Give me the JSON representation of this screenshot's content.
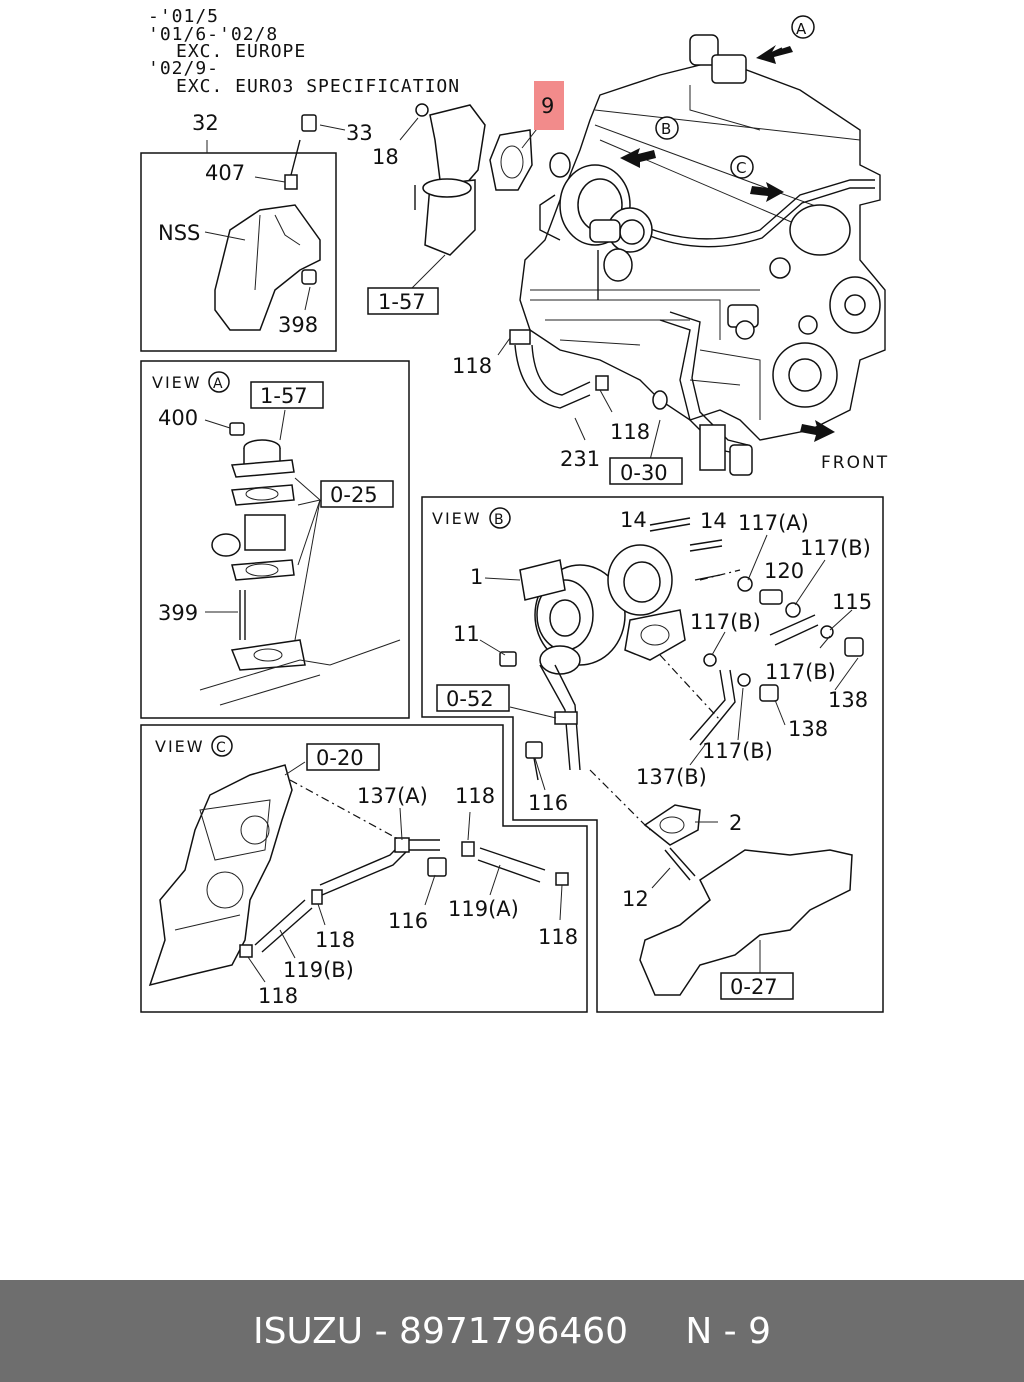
{
  "notes": [
    "-'01/5",
    "'01/6-'02/8",
    "EXC. EUROPE",
    "'02/9-",
    "EXC. EURO3 SPECIFICATION"
  ],
  "colors": {
    "highlight": "#f28b8b",
    "footer_bg": "#6e6e6e",
    "footer_text": "#ffffff"
  },
  "main": {
    "arrows": [
      "A",
      "B",
      "C"
    ],
    "front_label": "FRONT",
    "labels": {
      "p9": "9",
      "p18": "18",
      "p1_57": "1-57",
      "p118a": "118",
      "p118b": "118",
      "p231": "231",
      "p0_30": "0-30"
    }
  },
  "inset32": {
    "labels": {
      "p32": "32",
      "p33": "33",
      "p407": "407",
      "nss": "NSS",
      "p398": "398"
    }
  },
  "viewA": {
    "title": "VIEW",
    "letter": "A",
    "labels": {
      "p1_57": "1-57",
      "p400": "400",
      "p0_25": "0-25",
      "p399": "399"
    }
  },
  "viewB": {
    "title": "VIEW",
    "letter": "B",
    "labels": {
      "p14a": "14",
      "p14b": "14",
      "p117a": "117(A)",
      "p117b1": "117(B)",
      "p120": "120",
      "p115": "115",
      "p1": "1",
      "p117b2": "117(B)",
      "p11": "11",
      "p117b3": "117(B)",
      "p138a": "138",
      "p0_52": "0-52",
      "p138b": "138",
      "p117b4": "117(B)",
      "p137b": "137(B)",
      "p116": "116",
      "p2": "2",
      "p12": "12",
      "p0_27": "0-27"
    }
  },
  "viewC": {
    "title": "VIEW",
    "letter": "C",
    "labels": {
      "p0_20": "0-20",
      "p137a": "137(A)",
      "p118a": "118",
      "p116": "116",
      "p119a": "119(A)",
      "p118b": "118",
      "p118c": "118",
      "p119b": "119(B)",
      "p118d": "118"
    }
  },
  "footer": {
    "brand": "ISUZU",
    "sep1": " - ",
    "part_number": "8971796460",
    "gap": "     ",
    "page": "N - 9"
  }
}
